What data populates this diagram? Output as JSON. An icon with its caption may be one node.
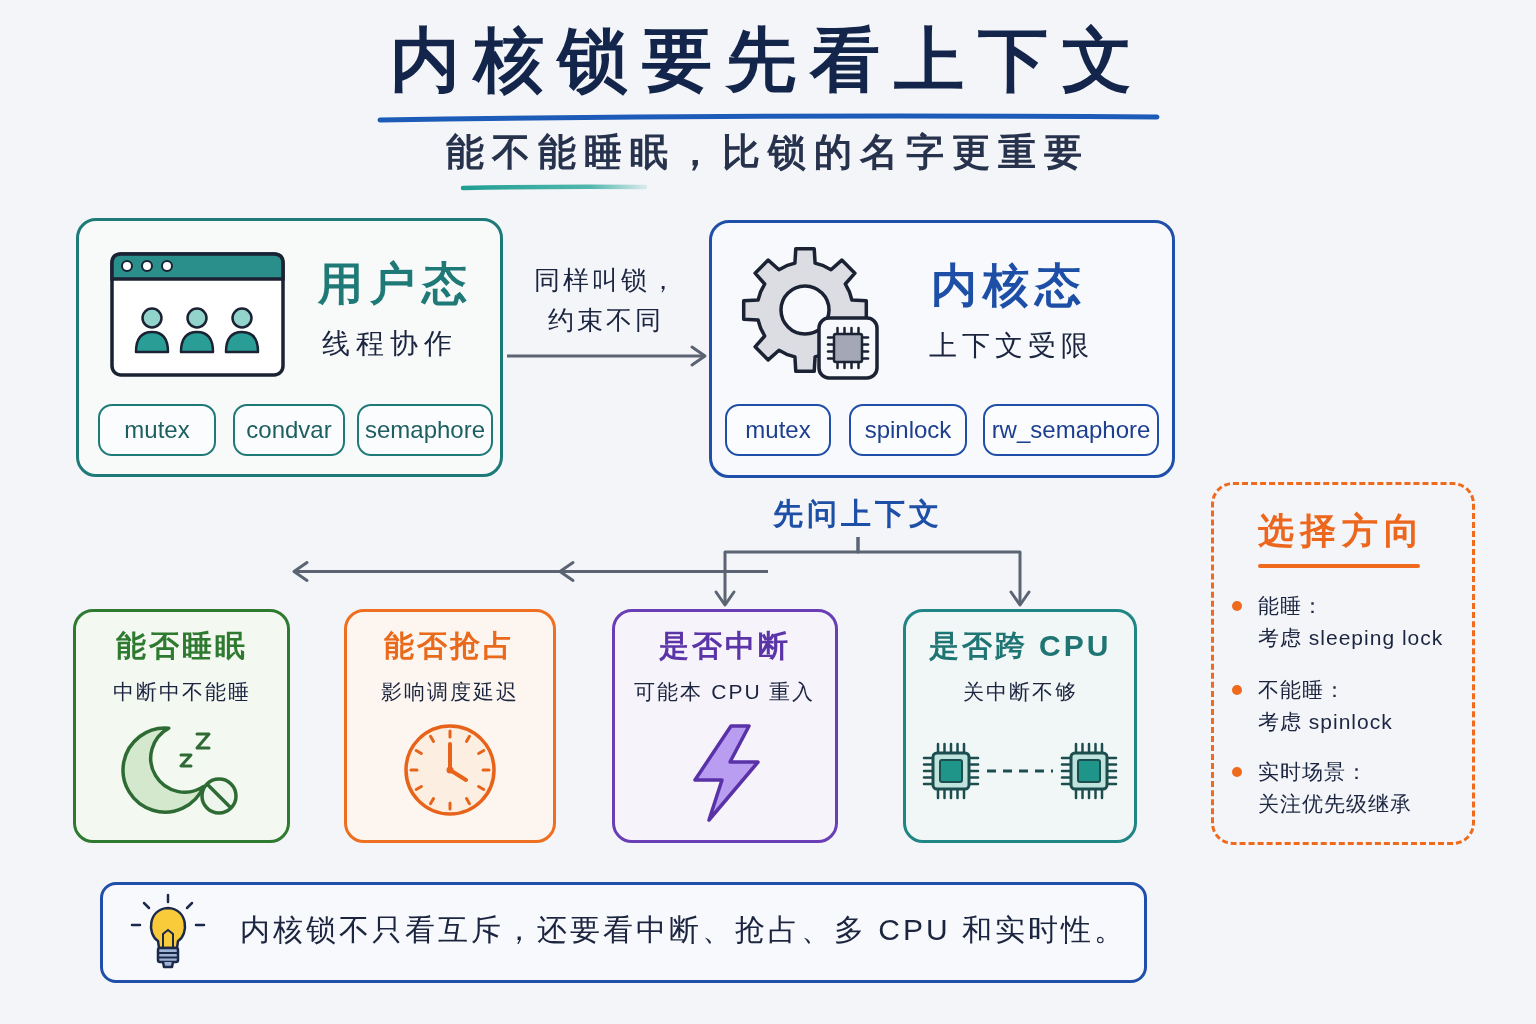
{
  "diagram": {
    "title": "内核锁要先看上下文",
    "nodes": [
      {
        "text": [
          "用户态",
          "线程协作"
        ]
      },
      {
        "text": [
          "mutex"
        ],
        "in": 0
      },
      {
        "text": [
          "condvar"
        ],
        "in": 0
      },
      {
        "text": [
          "semaphore"
        ],
        "in": 0
      },
      {
        "text": [
          "内核态",
          "上下文受限"
        ]
      },
      {
        "text": [
          "mutex"
        ],
        "in": 4
      },
      {
        "text": [
          "spinlock"
        ],
        "in": 4
      },
      {
        "text": [
          "rw_semaphore"
        ],
        "in": 4
      },
      {
        "text": [
          "先问上下文"
        ]
      },
      {
        "text": [
          "能否睡眠",
          "中断中不能睡"
        ]
      },
      {
        "text": [
          "能否抢占",
          "影响调度延迟"
        ]
      },
      {
        "text": [
          "是否中断",
          "可能本 CPU 重入"
        ]
      },
      {
        "text": [
          "是否跨 CPU",
          "关中断不够"
        ]
      },
      {
        "text": [
          "选择方向",
          "能睡：",
          "考虑 sleeping lock",
          "不能睡：",
          "考虑 spinlock",
          "实时场景：",
          "关注优先级继承"
        ]
      },
      {
        "text": [
          "内核锁不只看互斥，还要看中断、抢占、多 CPU 和实时性。"
        ]
      }
    ],
    "edges": [
      {
        "from": 0,
        "to": 4,
        "arrow": "to",
        "label": "同样叫锁，约束不同"
      },
      {
        "from": 8,
        "to": 9,
        "arrow": "to"
      },
      {
        "from": 8,
        "to": 10,
        "arrow": "to"
      },
      {
        "from": 8,
        "to": 11,
        "arrow": "to"
      },
      {
        "from": 8,
        "to": 12,
        "arrow": "to"
      }
    ],
    "labels": [
      "能不能睡眠，比锁的名字更重要"
    ]
  }
}
